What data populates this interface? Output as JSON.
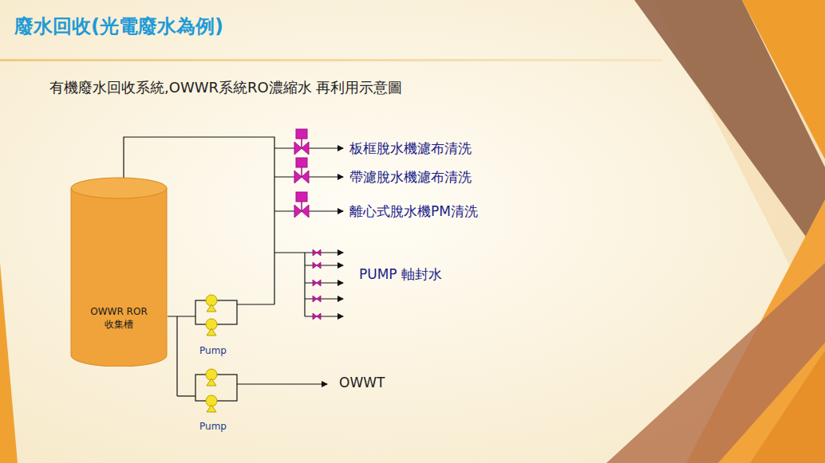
{
  "diagram": {
    "title": "廢水回收(光電廢水為例)",
    "nodes": [
      {
        "text": [
          "OWWR ROR 收集槽"
        ]
      }
    ],
    "labels": [
      "有機廢水回收系統,OWWR系統RO濃縮水 再利用示意圖",
      "板框脫水機濾布清洗",
      "帶濾脫水機濾布清洗",
      "離心式脫水機PM清洗",
      "PUMP 軸封水",
      "OWWT",
      "Pump",
      "Pump"
    ]
  }
}
